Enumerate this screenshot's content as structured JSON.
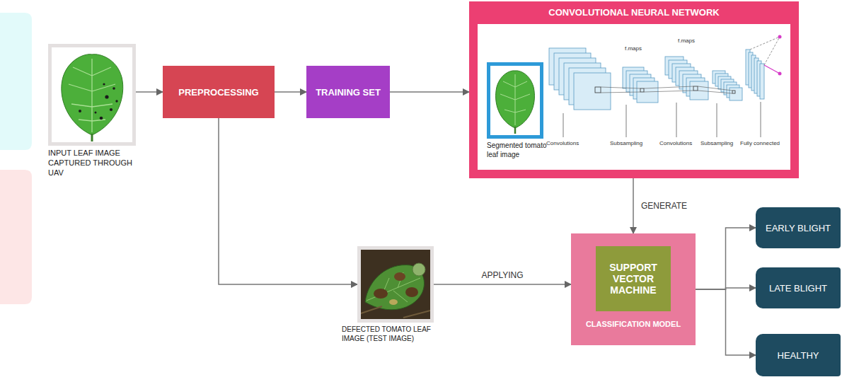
{
  "diagram": {
    "nodes": [
      {
        "text": [
          "INPUT LEAF IMAGE CAPTURED THROUGH UAV"
        ]
      },
      {
        "text": [
          "PREPROCESSING"
        ]
      },
      {
        "text": [
          "TRAINING SET"
        ]
      },
      {
        "text": [
          "CONVOLUTIONAL NEURAL NETWORK"
        ]
      },
      {
        "text": [
          "Segmented tomato leaf image"
        ],
        "in": 3
      },
      {
        "text": [
          "DEFECTED TOMATO LEAF IMAGE (TEST IMAGE)"
        ]
      },
      {
        "text": [
          "CLASSIFICATION MODEL"
        ]
      },
      {
        "text": [
          "SUPPORT VECTOR MACHINE"
        ],
        "in": 6
      },
      {
        "text": [
          "EARLY BLIGHT"
        ]
      },
      {
        "text": [
          "LATE BLIGHT"
        ]
      },
      {
        "text": [
          "HEALTHY"
        ]
      }
    ],
    "edges": [
      {
        "from": 0,
        "to": 1,
        "arrow": "to"
      },
      {
        "from": 1,
        "to": 2,
        "arrow": "to"
      },
      {
        "from": 2,
        "to": 3,
        "arrow": "to"
      },
      {
        "from": 1,
        "to": 5,
        "arrow": "to"
      },
      {
        "from": 3,
        "to": 6,
        "label": "GENERATE",
        "arrow": "to"
      },
      {
        "from": 5,
        "to": 6,
        "label": "APPLYING",
        "arrow": "to"
      },
      {
        "from": 6,
        "to": 8,
        "arrow": "to"
      },
      {
        "from": 6,
        "to": 9,
        "arrow": "to"
      },
      {
        "from": 6,
        "to": 10,
        "arrow": "to"
      }
    ],
    "labels": [
      "f.maps",
      "f.maps",
      "Convolutions",
      "Subsampling",
      "Convolutions",
      "Subsampling",
      "Fully connected"
    ]
  }
}
